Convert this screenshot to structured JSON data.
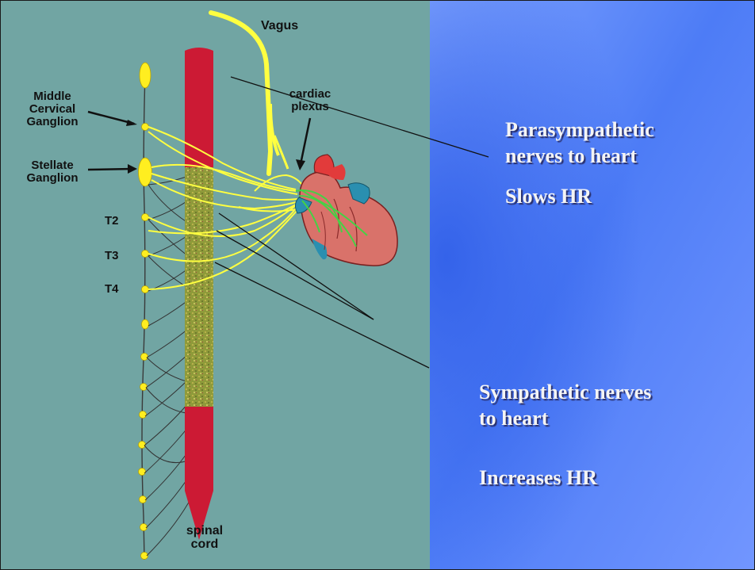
{
  "slide": {
    "colors": {
      "diagram_panel": "#71a5a3",
      "right_panel_light": "#7fa2ff",
      "right_panel_mid": "#3f6ef0",
      "spinal_cord_red": "#cc1a34",
      "spinal_cord_speckle": "#8f9a3a",
      "nerve_yellow": "#ffff40",
      "ganglion_yellow": "#ffee20",
      "vagus_green": "#45d145",
      "heart_red": "#d93a3a",
      "heart_vessel_blue": "#2a8fb0",
      "callout_text": "#f4f4f4"
    }
  },
  "diagram": {
    "labels": {
      "vagus": "Vagus",
      "cardiac_plexus": [
        "cardiac",
        "plexus"
      ],
      "middle_cervical_ganglion": [
        "Middle",
        "Cervical",
        "Ganglion"
      ],
      "stellate_ganglion": [
        "Stellate",
        "Ganglion"
      ],
      "t2": "T2",
      "t3": "T3",
      "t4": "T4",
      "spinal_cord": [
        "spinal",
        "cord"
      ]
    }
  },
  "callouts": {
    "parasympathetic": {
      "title": [
        "Parasympathetic",
        "nerves to heart"
      ],
      "effect": "Slows HR"
    },
    "sympathetic": {
      "title": [
        "Sympathetic nerves",
        "to heart"
      ],
      "effect": "Increases HR"
    }
  }
}
